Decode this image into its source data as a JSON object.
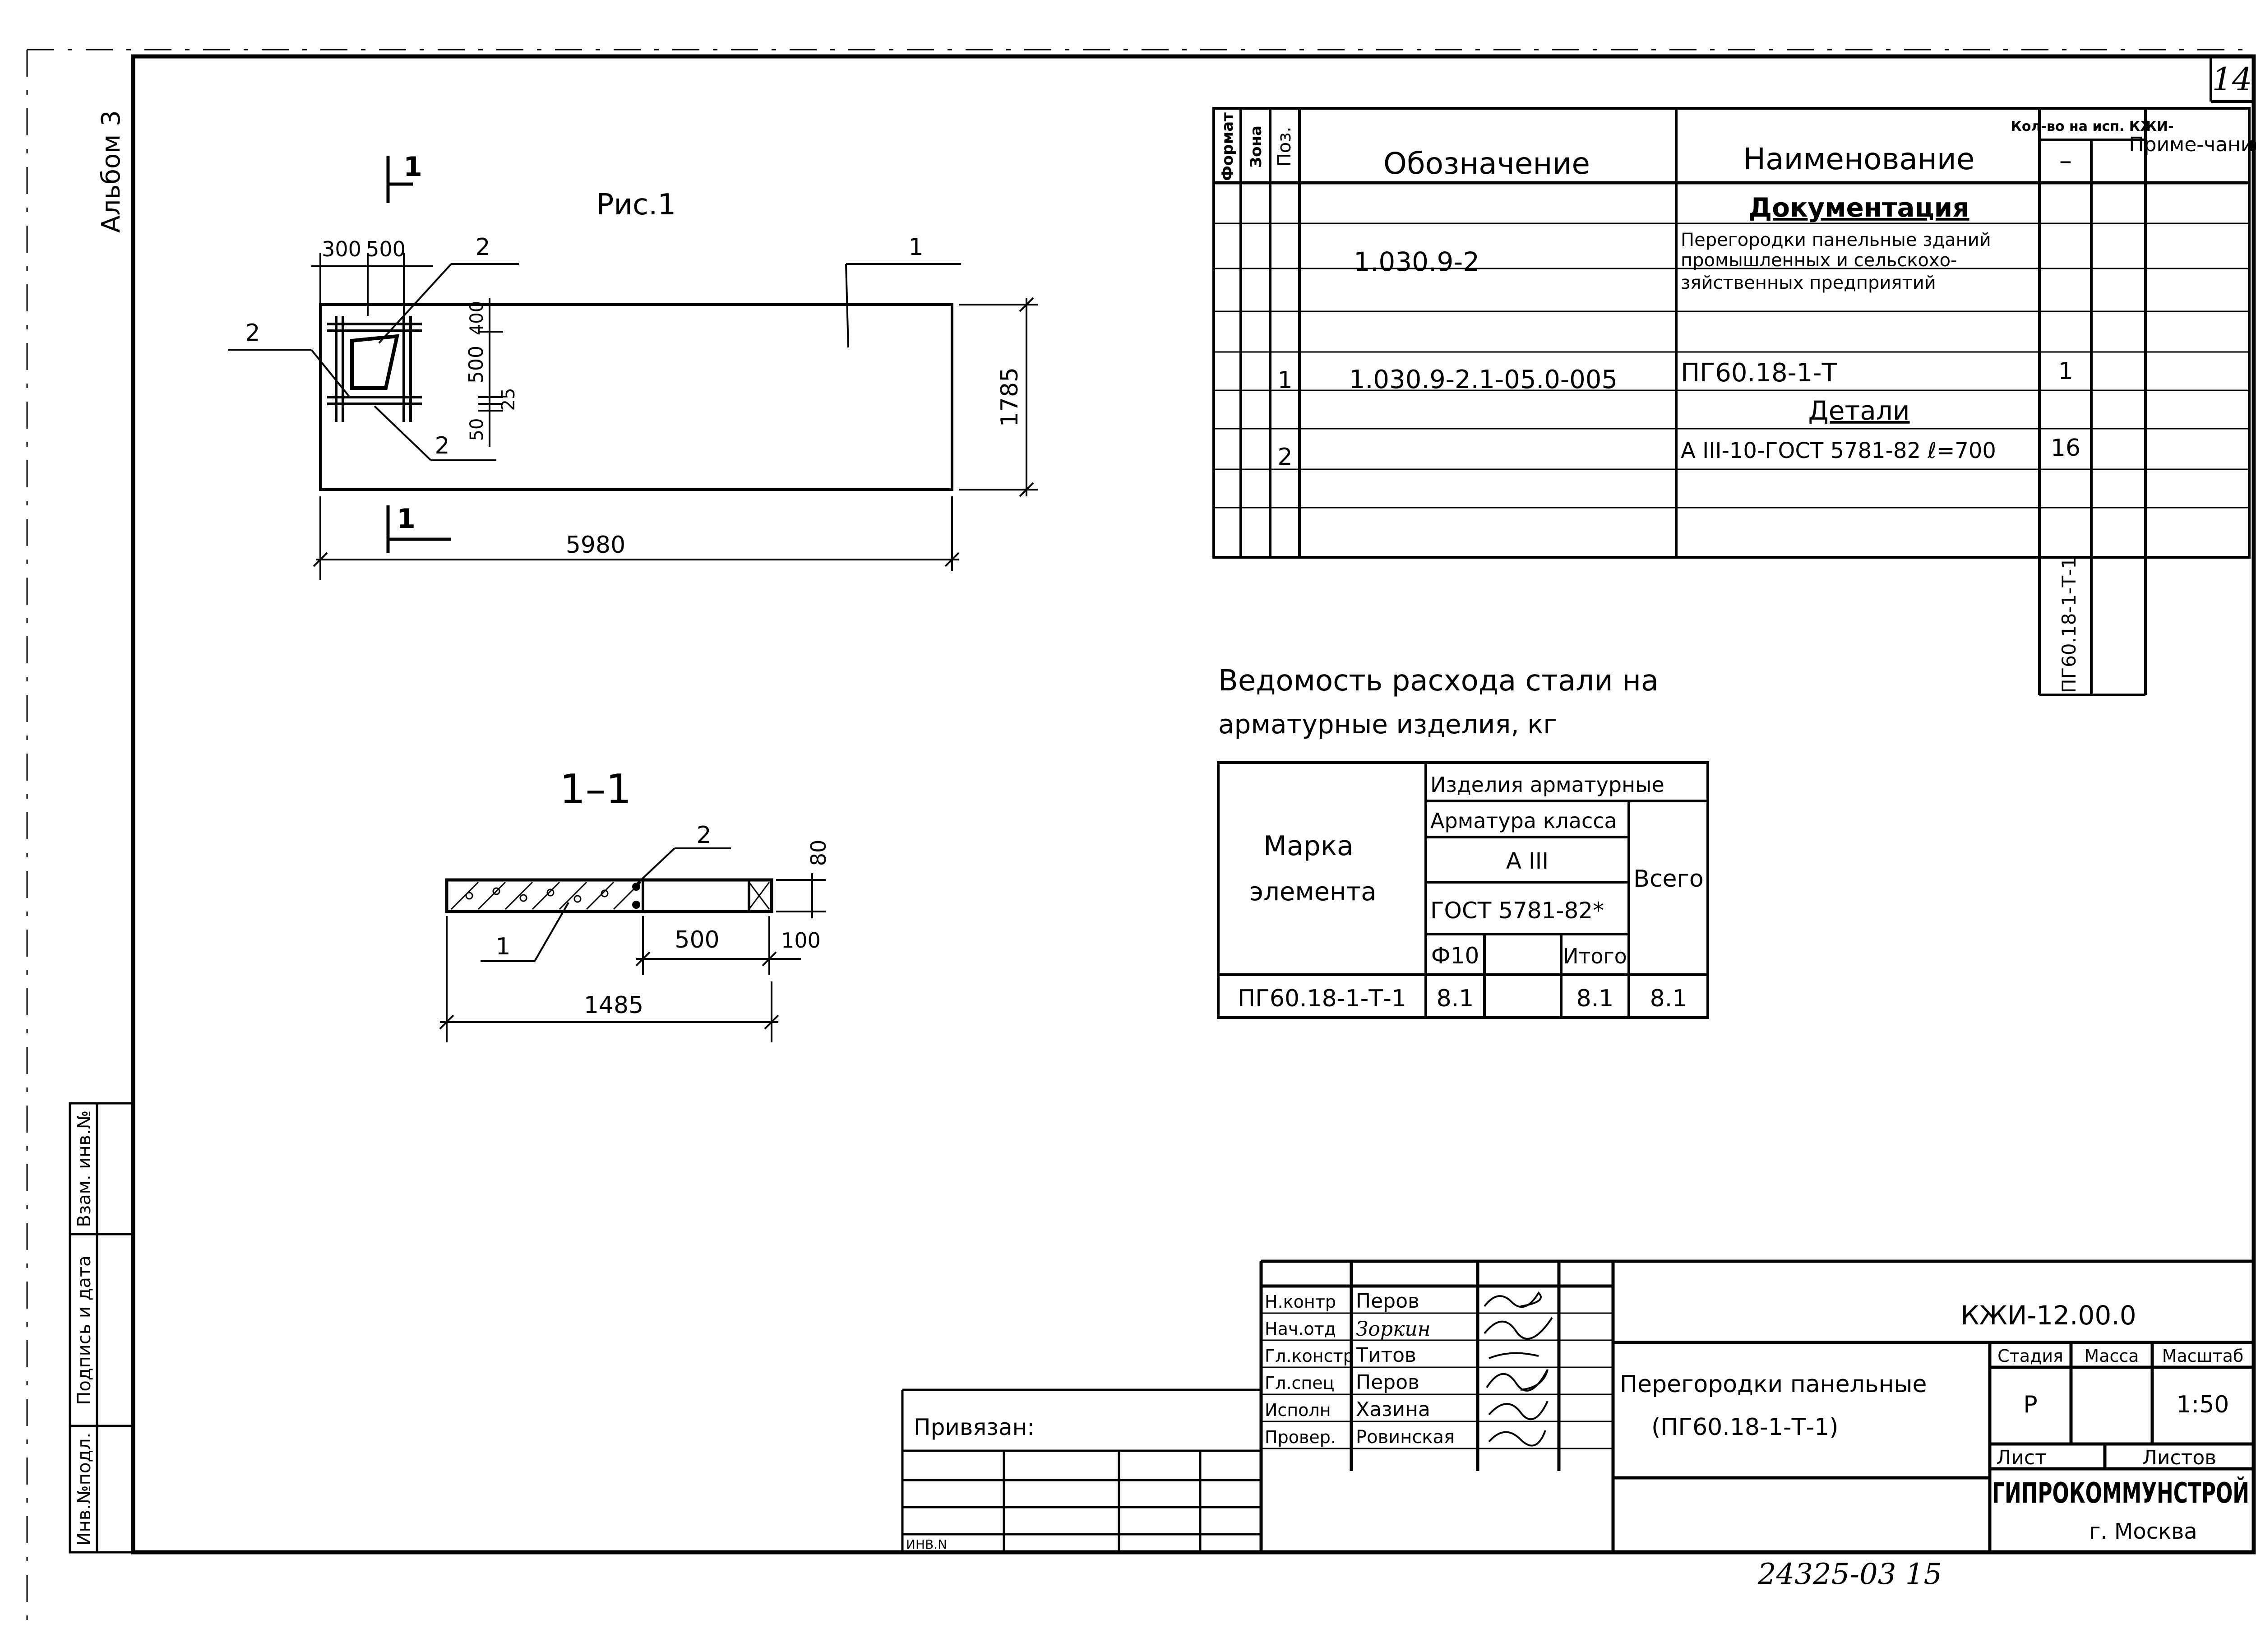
{
  "sheet": {
    "page_number": "14",
    "album": "Альбом 3",
    "footer_number": "24325-03 15"
  },
  "fig1": {
    "title": "Рис.1",
    "section_mark": "1",
    "dims": {
      "d300": "300",
      "d500": "500",
      "d400": "400",
      "d500v": "500",
      "d25": "25",
      "d50": "50",
      "length": "5980",
      "height": "1785"
    },
    "callouts": {
      "c1": "1",
      "c2a": "2",
      "c2b": "2",
      "c2c": "2"
    }
  },
  "section": {
    "title": "1–1",
    "dims": {
      "d80": "80",
      "d500": "500",
      "d100": "100",
      "width": "1485"
    },
    "callouts": {
      "c1": "1",
      "c2": "2"
    }
  },
  "spec_table": {
    "headers": {
      "format": "Формат",
      "zone": "Зона",
      "pos": "Поз.",
      "designation": "Обозначение",
      "name": "Наименование",
      "qty": "Кол-во на исп. КЖИ-",
      "qty_dash": "–",
      "note": "Приме-чание"
    },
    "section_documentation": "Документация",
    "doc_row": {
      "designation": "1.030.9-2",
      "name_line1": "Перегородки панельные зданий",
      "name_line2": "промышленных и сельскохо-",
      "name_line3": "зяйственных предприятий"
    },
    "row1": {
      "pos": "1",
      "designation": "1.030.9-2.1-05.0-005",
      "name": "ПГ60.18-1-Т",
      "qty": "1"
    },
    "section_details": "Детали",
    "row2": {
      "pos": "2",
      "name": "А III-10-ГОСТ 5781-82 ℓ=700",
      "qty": "16"
    },
    "variant": "ПГ60.18-1-Т-1"
  },
  "steel": {
    "title_line1": "Ведомость расхода стали на",
    "title_line2": "арматурные изделия, кг",
    "h_mark_line1": "Марка",
    "h_mark_line2": "элемента",
    "h_products": "Изделия арматурные",
    "h_class": "Арматура класса",
    "h_class_value": "А III",
    "h_gost": "ГОСТ 5781-82*",
    "h_total": "Всего",
    "h_phi": "Ф10",
    "h_itogo": "Итого",
    "row": {
      "mark": "ПГ60.18-1-Т-1",
      "phi": "8.1",
      "itogo": "8.1",
      "total": "8.1"
    }
  },
  "side_stamp": [
    "Инв.№подл.",
    "Подпись и дата",
    "Взам. инв.№"
  ],
  "binding": {
    "label": "Привязан:",
    "inv": "ИНВ.N"
  },
  "title_block": {
    "roles": [
      "Н.контр",
      "Нач.отд",
      "Гл.констр",
      "Гл.спец",
      "Исполн",
      "Провер."
    ],
    "names": [
      "Перов",
      "Зоркин",
      "Титов",
      "Перов",
      "Хазина",
      "Ровинская"
    ],
    "code": "КЖИ-12.00.0",
    "title_line1": "Перегородки панельные",
    "title_line2": "(ПГ60.18-1-Т-1)",
    "h_stage": "Стадия",
    "h_mass": "Масса",
    "h_scale": "Масштаб",
    "stage": "Р",
    "scale": "1:50",
    "h_sheet": "Лист",
    "h_sheets": "Листов",
    "org": "ГИПРОКОММУНСТРОЙ",
    "city": "г. Москва"
  },
  "colors": {
    "ink": "#000000",
    "paper": "#ffffff"
  }
}
